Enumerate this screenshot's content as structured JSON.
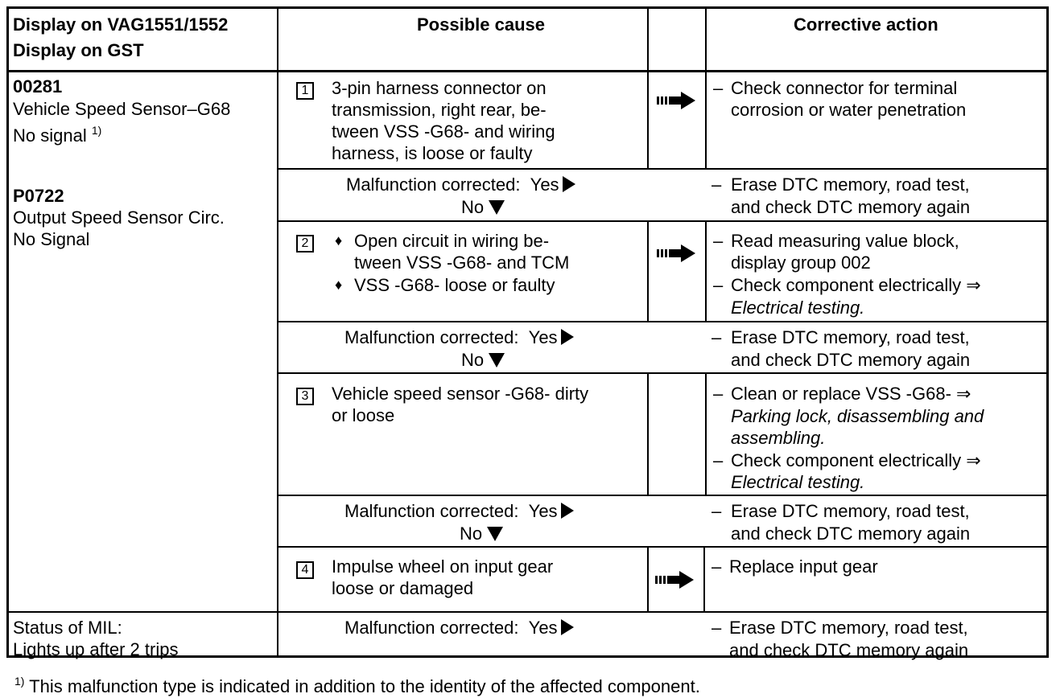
{
  "header": {
    "col1_line1": "Display on VAG1551/1552",
    "col1_line2": "Display on GST",
    "col2": "Possible cause",
    "col4": "Corrective action"
  },
  "left": {
    "code1": "00281",
    "desc1_line1": "Vehicle Speed Sensor–G68",
    "desc1_line2": "No signal",
    "desc1_fn": "1)",
    "code2": "P0722",
    "desc2_line1": "Output Speed Sensor Circ.",
    "desc2_line2": "No Signal",
    "mil_line1": "Status of MIL:",
    "mil_line2": "Lights up after 2 trips"
  },
  "steps": [
    {
      "number": "1",
      "cause": [
        "3-pin harness connector on",
        "transmission, right rear, be-",
        "tween VSS -G68- and wiring",
        "harness, is loose or faulty"
      ],
      "action": [
        "Check connector for terminal",
        "corrosion or water penetration"
      ]
    },
    {
      "number": "2",
      "cause": [
        "Open circuit in wiring be-",
        "tween VSS -G68- and TCM",
        "VSS -G68- loose or faulty"
      ],
      "action": [
        "Read measuring value block,",
        "display group 002",
        "Check component electrically ⇒",
        "Electrical testing."
      ]
    },
    {
      "number": "3",
      "cause": [
        "Vehicle speed sensor -G68- dirty",
        "or loose"
      ],
      "action": [
        "Clean or replace VSS -G68- ⇒",
        "Parking lock, disassembling and",
        "assembling.",
        "Check component electrically ⇒",
        "Electrical testing."
      ]
    },
    {
      "number": "4",
      "cause": [
        "Impulse wheel on input gear",
        "loose or damaged"
      ],
      "action": [
        "Replace input gear"
      ]
    }
  ],
  "check": {
    "label": "Malfunction corrected:",
    "yes": "Yes",
    "no": "No",
    "action_line1": "Erase DTC memory, road test,",
    "action_line2": "and check DTC memory again"
  },
  "dash": "–",
  "bullet": "♦",
  "footnote": {
    "mark": "1)",
    "text": "This malfunction type is indicated in addition to the identity of the affected component."
  }
}
